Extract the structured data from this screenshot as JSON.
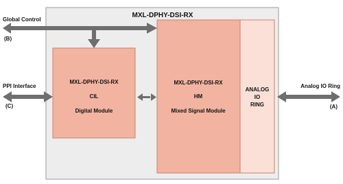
{
  "colors": {
    "outer_block": "#ededed",
    "outer_border": "#9a9a9a",
    "module_fill": "#f2b4a0",
    "module_border": "#c9826c",
    "analog_fill": "#fbe0d7",
    "arrow": "#6e6e6e"
  },
  "diagram": {
    "title": "MXL-DPHY-DSI-RX",
    "ports": {
      "global_control": {
        "label": "Global Control",
        "code": "(B)"
      },
      "ppi_interface": {
        "label": "PPI Interface",
        "code": "(C)"
      },
      "analog_io_ring": {
        "label": "Analog IO Ring",
        "code": "(A)"
      }
    },
    "cil": {
      "name": "MXL-DPHY-DSI-RX",
      "abbr": "CIL",
      "desc": "Digital Module"
    },
    "hm": {
      "name": "MXL-DPHY-DSI-RX",
      "abbr": "HM",
      "desc": "Mixed Signal Module"
    },
    "analog_ring": {
      "line1": "ANALOG",
      "line2": "IO",
      "line3": "RING"
    }
  }
}
